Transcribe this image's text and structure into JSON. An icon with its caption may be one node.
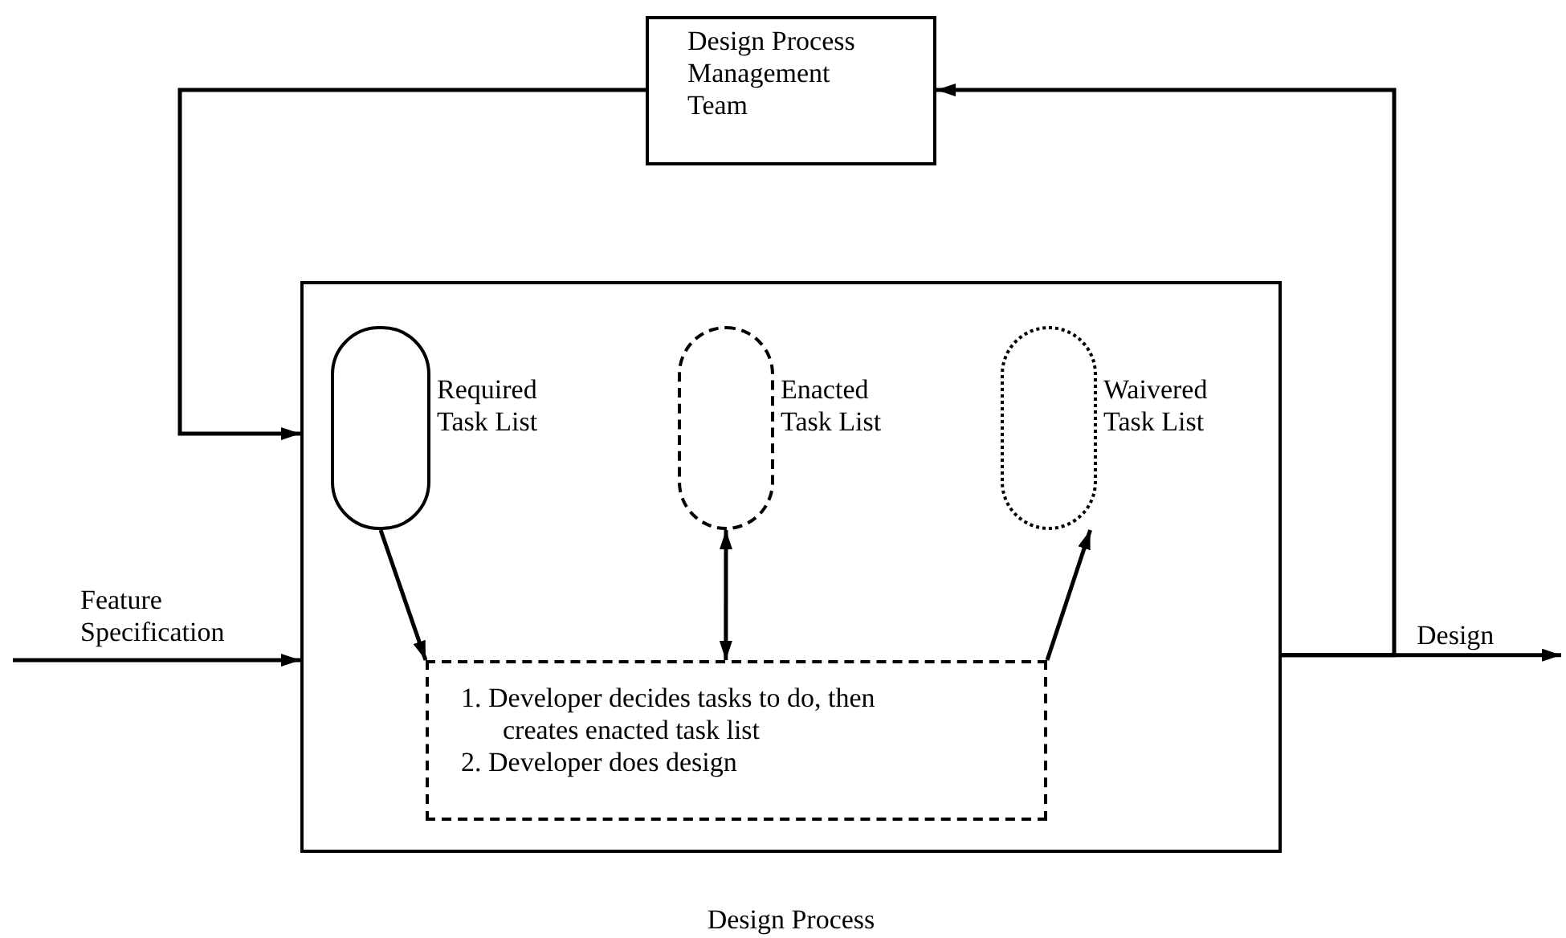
{
  "diagram": {
    "nodes": [
      {
        "text": [
          "Design Process Management Team"
        ]
      },
      {
        "text": [
          "Design Process"
        ]
      },
      {
        "text": [
          "Required Task List"
        ],
        "in": 1
      },
      {
        "text": [
          "Enacted Task List"
        ],
        "in": 1
      },
      {
        "text": [
          "Waivered Task List"
        ],
        "in": 1
      },
      {
        "text": [
          "1. Developer decides tasks to do, then creates enacted task list",
          "2. Developer does design"
        ],
        "in": 1
      }
    ],
    "edges": [
      {
        "from": 0,
        "to": 1,
        "arrow": "to"
      },
      {
        "from": 1,
        "to": 0,
        "arrow": "to"
      },
      {
        "from": null,
        "to": 1,
        "arrow": "to",
        "label": "Feature Specification"
      },
      {
        "from": 1,
        "to": null,
        "arrow": "to",
        "label": "Design"
      },
      {
        "from": 2,
        "to": 5,
        "arrow": "to"
      },
      {
        "from": 3,
        "to": 5,
        "arrow": "both"
      },
      {
        "from": 5,
        "to": 4,
        "arrow": "to"
      }
    ]
  }
}
